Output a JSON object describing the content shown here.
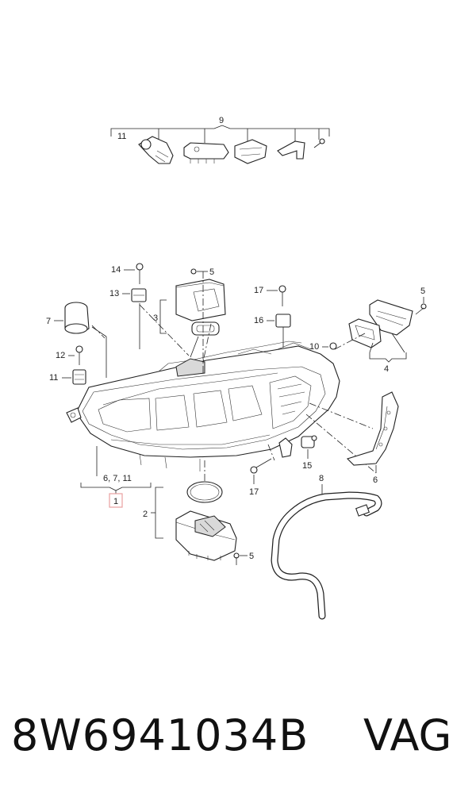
{
  "diagram": {
    "callouts": {
      "c9": "9",
      "c11_top": "11",
      "c14": "14",
      "c13": "13",
      "c5_top": "5",
      "c3": "3",
      "c17_top": "17",
      "c16": "16",
      "c5_right": "5",
      "c7": "7",
      "c10": "10",
      "c4": "4",
      "c12": "12",
      "c11_left": "11",
      "c15": "15",
      "c17_bottom": "17",
      "c6": "6",
      "c8": "8",
      "c2": "2",
      "c5_bottom": "5",
      "c_group": "6, 7, 11",
      "c1": "1"
    },
    "highlight_color": "#e8a0a0"
  },
  "footer": {
    "part_number": "8W6941034B",
    "brand": "VAG"
  }
}
